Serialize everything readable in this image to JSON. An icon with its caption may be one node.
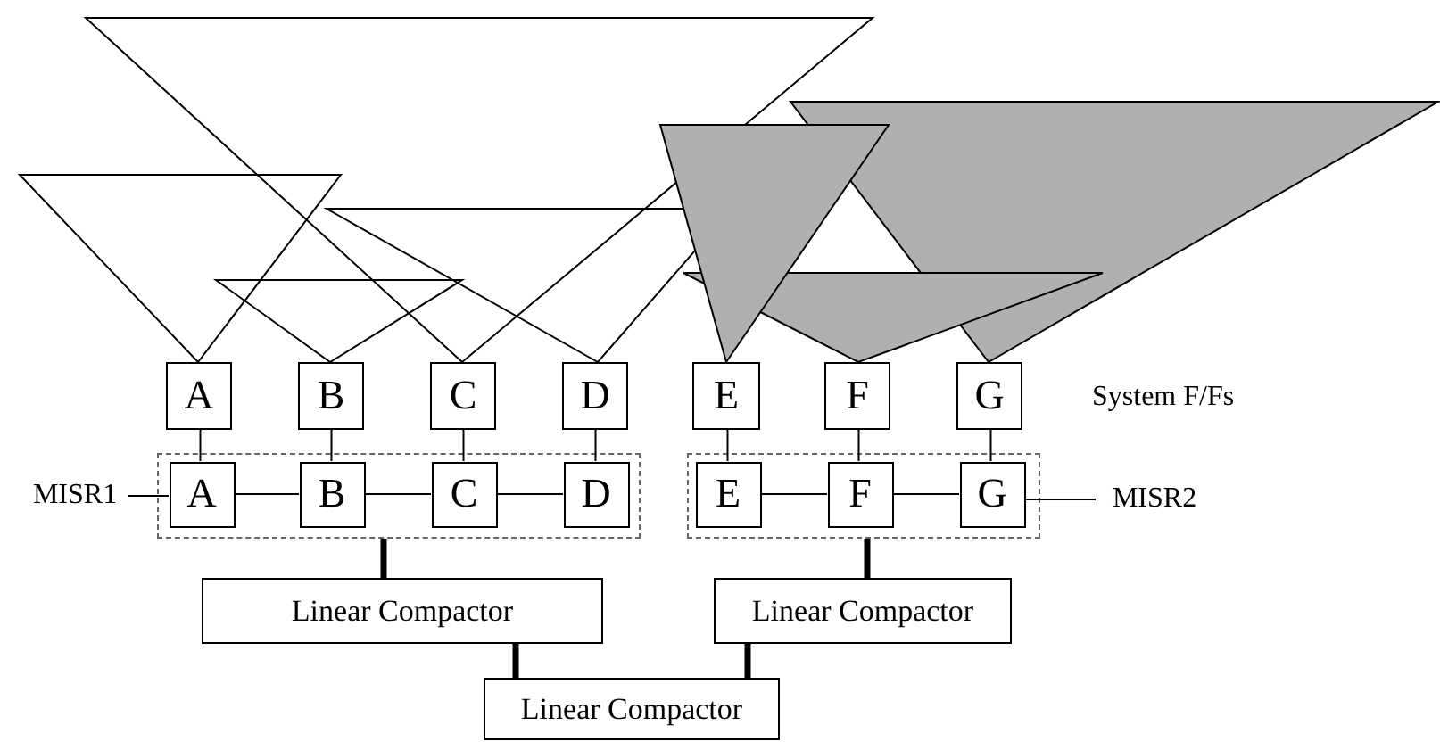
{
  "diagram": {
    "nodes": [
      {
        "text": [
          "A"
        ]
      },
      {
        "text": [
          "B"
        ]
      },
      {
        "text": [
          "C"
        ]
      },
      {
        "text": [
          "D"
        ]
      },
      {
        "text": [
          "E"
        ]
      },
      {
        "text": [
          "F"
        ]
      },
      {
        "text": [
          "G"
        ]
      },
      {
        "text": [],
        "shape": "box"
      },
      {
        "text": [
          "A"
        ],
        "in": 7
      },
      {
        "text": [
          "B"
        ],
        "in": 7
      },
      {
        "text": [
          "C"
        ],
        "in": 7
      },
      {
        "text": [
          "D"
        ],
        "in": 7
      },
      {
        "text": [],
        "shape": "box"
      },
      {
        "text": [
          "E"
        ],
        "in": 12
      },
      {
        "text": [
          "F"
        ],
        "in": 12
      },
      {
        "text": [
          "G"
        ],
        "in": 12
      },
      {
        "text": [
          "Linear Compactor"
        ]
      },
      {
        "text": [
          "Linear Compactor"
        ]
      },
      {
        "text": [
          "Linear Compactor"
        ]
      },
      {
        "text": [
          "MISR1"
        ]
      },
      {
        "text": [
          "MISR2"
        ]
      }
    ],
    "edges": [
      {
        "from": 0,
        "to": 8,
        "arrow": "none"
      },
      {
        "from": 1,
        "to": 9,
        "arrow": "none"
      },
      {
        "from": 2,
        "to": 10,
        "arrow": "none"
      },
      {
        "from": 3,
        "to": 11,
        "arrow": "none"
      },
      {
        "from": 4,
        "to": 13,
        "arrow": "none"
      },
      {
        "from": 5,
        "to": 14,
        "arrow": "none"
      },
      {
        "from": 6,
        "to": 15,
        "arrow": "none"
      },
      {
        "from": 8,
        "to": 9,
        "arrow": "none"
      },
      {
        "from": 9,
        "to": 10,
        "arrow": "none"
      },
      {
        "from": 10,
        "to": 11,
        "arrow": "none"
      },
      {
        "from": 13,
        "to": 14,
        "arrow": "none"
      },
      {
        "from": 14,
        "to": 15,
        "arrow": "none"
      },
      {
        "from": 19,
        "to": 8,
        "arrow": "none"
      },
      {
        "from": 15,
        "to": 20,
        "arrow": "none"
      },
      {
        "from": 7,
        "to": 16,
        "arrow": "none",
        "style": "thick"
      },
      {
        "from": 12,
        "to": 17,
        "arrow": "none",
        "style": "thick"
      },
      {
        "from": 16,
        "to": 18,
        "arrow": "none",
        "style": "thick"
      },
      {
        "from": 17,
        "to": 18,
        "arrow": "none",
        "style": "thick"
      }
    ],
    "labels": [
      "System F/Fs"
    ]
  }
}
